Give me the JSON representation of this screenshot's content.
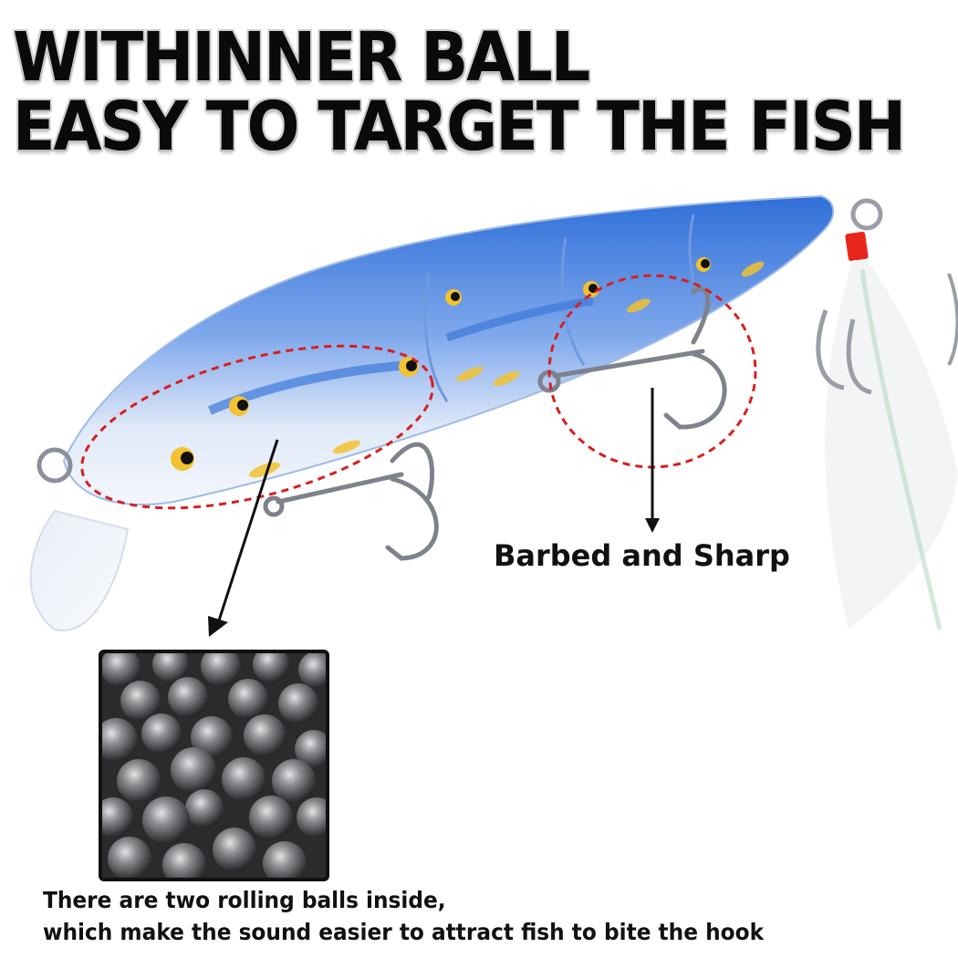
{
  "headline": {
    "line1": "WITHINNER BALL",
    "line2": "EASY TO TARGET THE FISH"
  },
  "callouts": {
    "hook_label": "Barbed and Sharp"
  },
  "inset": {
    "subject": "steel-balls-closeup"
  },
  "caption": {
    "line1": "There are two rolling balls inside,",
    "line2": "which make the sound easier to attract fish to bite the hook"
  },
  "colors": {
    "lure_blue": "#3f7fe0",
    "lure_light": "#d8e6f7",
    "accent_yellow": "#f2c230",
    "dash_red": "#d81e1e",
    "thread_red": "#e8261e",
    "hook_silver": "#9a9ea6",
    "text": "#111111"
  }
}
